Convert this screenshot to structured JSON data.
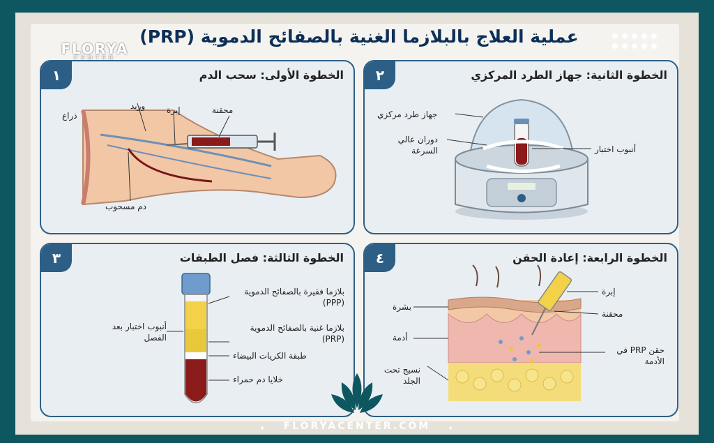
{
  "title": "عملية العلاج بالبلازما الغنية بالصفائح الدموية (PRP)",
  "brand": {
    "name": "FLORYA",
    "sub": "CENTER"
  },
  "footer": "FLORYACENTER.COM",
  "steps": [
    {
      "number": "١",
      "title": "الخطوة الأولى: سحب الدم",
      "labels": {
        "arm": "ذراع",
        "vein": "وريد",
        "needle": "إبرة",
        "syringe": "محقنة",
        "drawn_blood": "دم مسحوب"
      }
    },
    {
      "number": "٢",
      "title": "الخطوة الثانية: جهاز الطرد المركزي",
      "labels": {
        "centrifuge": "جهاز طرد مركزي",
        "high_speed": "دوران عالي السرعة",
        "test_tube": "أنبوب اختبار"
      }
    },
    {
      "number": "٣",
      "title": "الخطوة الثالثة: فصل الطبقات",
      "labels": {
        "ppp": "بلازما فقيرة بالصفائح الدموية (PPP)",
        "prp": "بلازما غنية بالصفائح الدموية (PRP)",
        "buffy": "طبقة الكريات البيضاء",
        "rbc": "خلايا دم حمراء",
        "tube_after": "أنبوب اختبار بعد الفصل"
      }
    },
    {
      "number": "٤",
      "title": "الخطوة الرابعة: إعادة الحقن",
      "labels": {
        "needle": "إبرة",
        "syringe": "محقنة",
        "skin": "بشرة",
        "dermis": "أدمة",
        "subcutis": "نسيج تحت الجلد",
        "prp_injection": "حقن PRP في الأدمة"
      }
    }
  ],
  "colors": {
    "frame": "#0e5761",
    "panel_border": "#2d5f86",
    "title": "#0d2f57",
    "blood": "#8b1a1a",
    "plasma": "#f3d24a"
  }
}
